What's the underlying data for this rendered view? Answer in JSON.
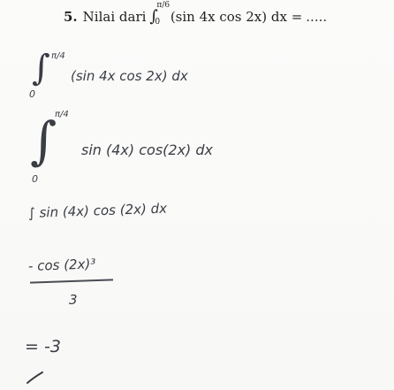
{
  "problem": {
    "number": "5.",
    "intro": "Nilai dari",
    "integral_upper": "π/6",
    "integral_lower": "0",
    "expression": "(sin 4x cos 2x) dx =",
    "tail": "....."
  },
  "work": {
    "line1": {
      "upper": "π/4",
      "lower": "0",
      "expression": "(sin 4x cos 2x) dx"
    },
    "line2": {
      "upper": "π/4",
      "lower": "0",
      "expression": "sin (4x) cos(2x) dx"
    },
    "line3": "∫ sin (4x) cos (2x) dx",
    "numerator": "- cos (2x)³",
    "denominator": "3",
    "result": "= -3"
  }
}
